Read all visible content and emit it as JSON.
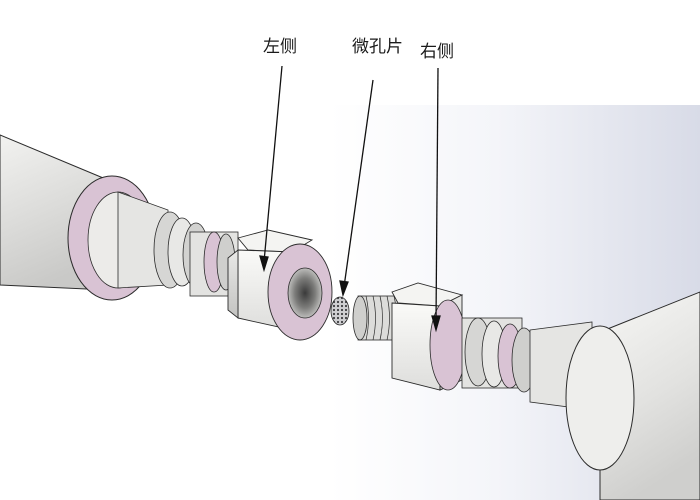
{
  "labels": {
    "left_side": "左侧",
    "micro_disc": "微孔片",
    "right_side": "右侧"
  },
  "colors": {
    "background_gradient": "#dcdfea",
    "metal_light": "#f7f7f5",
    "metal_mid": "#d9d9d6",
    "metal_dark": "#a9aaa8",
    "pink_face": "#d9c3d4",
    "pink_edge": "#b89db2",
    "outline": "#2b2b2b"
  }
}
